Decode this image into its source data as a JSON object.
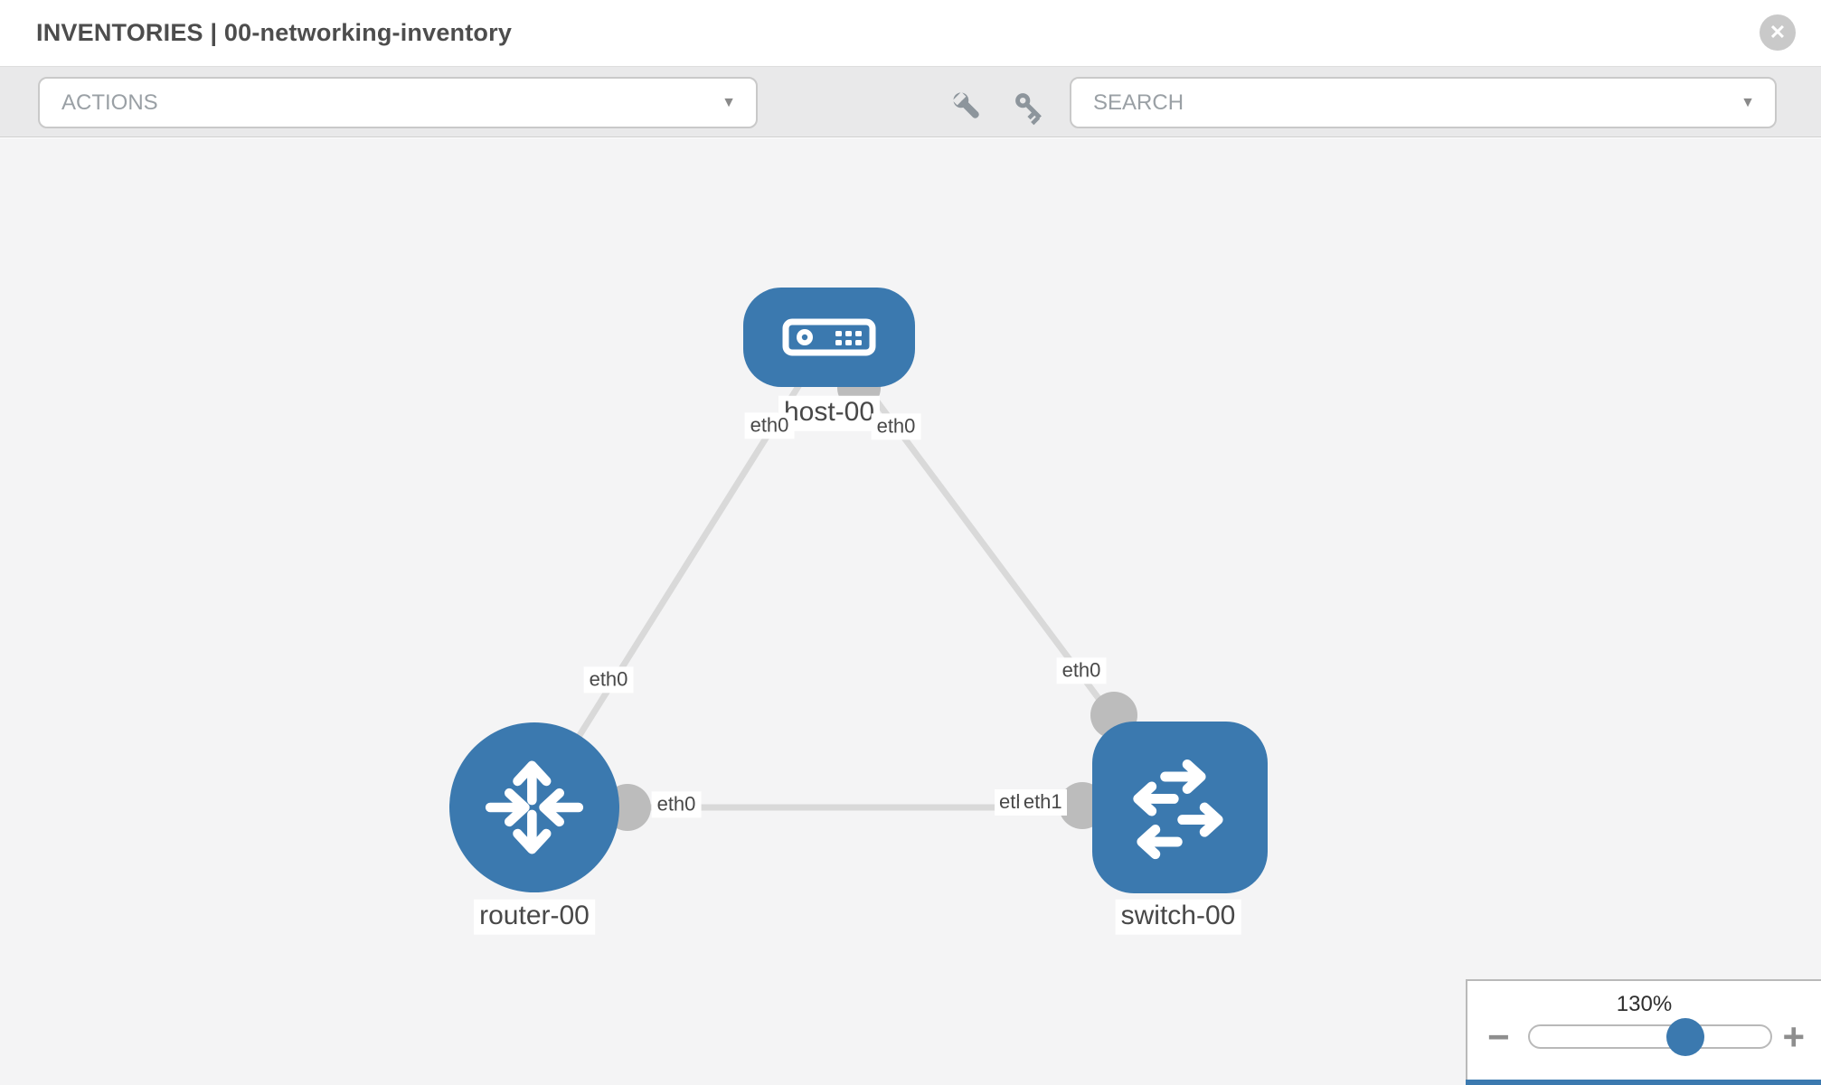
{
  "header": {
    "title": "INVENTORIES | 00-networking-inventory"
  },
  "toolbar": {
    "actions_label": "ACTIONS",
    "search_label": "SEARCH",
    "tools": [
      "wrench",
      "key"
    ]
  },
  "icons": {
    "close": "✕",
    "caret_down": "▼",
    "zoom_out": "−",
    "zoom_in": "+"
  },
  "colors": {
    "node_blue": "#3b79af",
    "link_gray": "#d9d9d9",
    "port_gray": "#bcbcbc",
    "canvas_bg": "#f4f4f5"
  },
  "topology": {
    "nodes": [
      {
        "id": "host-00",
        "label": "host-00",
        "type": "host",
        "shape": "rounded-rect",
        "icon": "host-icon"
      },
      {
        "id": "router-00",
        "label": "router-00",
        "type": "router",
        "shape": "circle",
        "icon": "router-icon"
      },
      {
        "id": "switch-00",
        "label": "switch-00",
        "type": "switch",
        "shape": "rounded-square",
        "icon": "switch-icon"
      }
    ],
    "links": [
      {
        "source": "host-00",
        "target": "router-00",
        "source_port": "eth0",
        "target_port": "eth0"
      },
      {
        "source": "host-00",
        "target": "switch-00",
        "source_port": "eth0",
        "target_port": "eth0"
      },
      {
        "source": "router-00",
        "target": "switch-00",
        "source_port": "eth0",
        "target_port": "eth1",
        "overlapped_label": "eth0"
      }
    ]
  },
  "zoom_control": {
    "value": "130%"
  }
}
